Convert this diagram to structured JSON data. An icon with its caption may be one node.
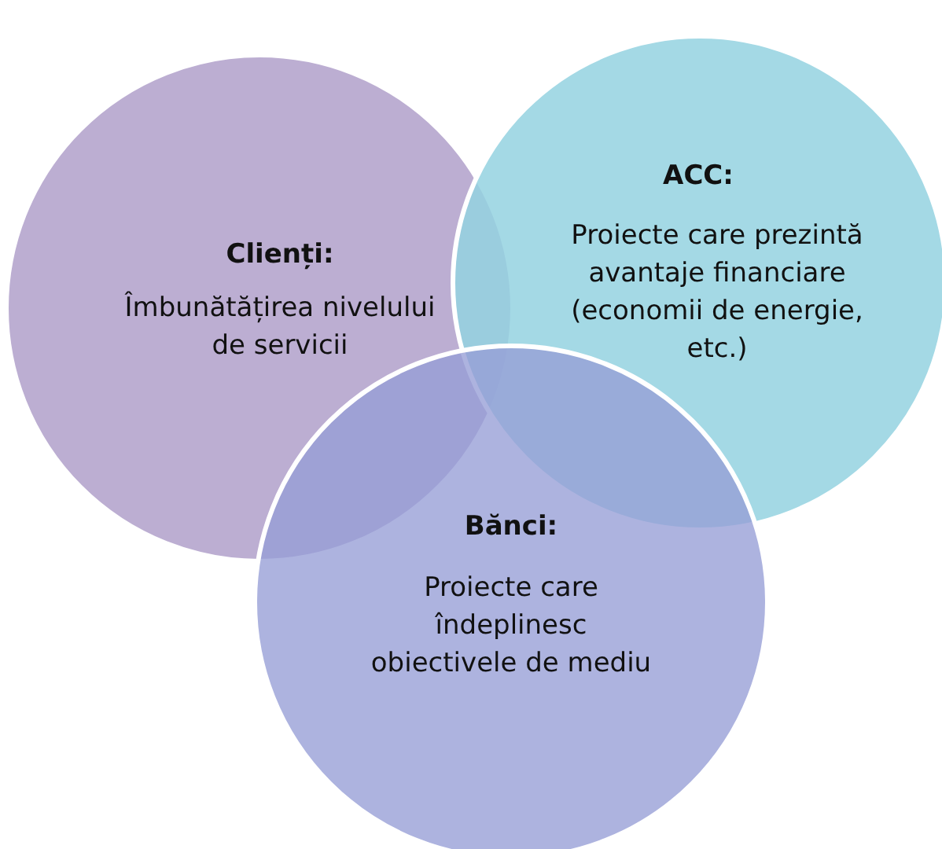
{
  "diagram": {
    "nodes": [
      {
        "text": [
          "Clienți:",
          "Îmbunătățirea nivelului de servicii"
        ]
      },
      {
        "text": [
          "ACC:",
          "Proiecte care prezintă avantaje financiare (economii de energie, etc.)"
        ]
      },
      {
        "text": [
          "Bănci:",
          "Proiecte care îndeplinesc obiectivele de mediu"
        ]
      }
    ]
  }
}
